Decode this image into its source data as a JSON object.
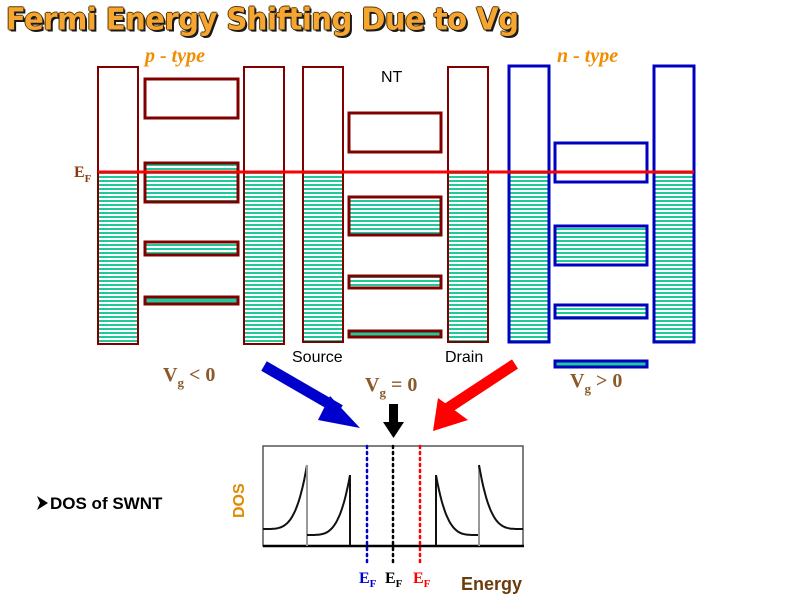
{
  "title": "Fermi Energy Shifting Due to Vg",
  "colors": {
    "title": "#f7a531",
    "p_outline": "#800000",
    "n_outline": "#0000c0",
    "fill_stripe": "#1fc99a",
    "fermi_line": "#ff0000",
    "label_brown": "#8b5a2b",
    "type_orange": "#f28c00"
  },
  "band_diagram": {
    "fermi_label": {
      "main": "E",
      "sub": "F"
    },
    "panels": [
      {
        "id": "p-type",
        "label": "p - type",
        "gate_label": {
          "main": "V",
          "sub": "g",
          "rel": " < 0"
        }
      },
      {
        "id": "neutral",
        "label": "NT",
        "source_label": "Source",
        "drain_label": "Drain",
        "gate_label": {
          "main": "V",
          "sub": "g",
          "rel": " = 0"
        }
      },
      {
        "id": "n-type",
        "label": "n - type",
        "gate_label": {
          "main": "V",
          "sub": "g",
          "rel": " > 0"
        }
      }
    ]
  },
  "dos_plot": {
    "bullet_icon": "arrow-bullet-icon",
    "bullet_text": "DOS of SWNT",
    "ylabel": "DOS",
    "xlabel": "Energy",
    "fermi_markers": [
      {
        "main": "E",
        "sub": "F",
        "color": "#0000cc",
        "condition": "Vg < 0"
      },
      {
        "main": "E",
        "sub": "F",
        "color": "#000000",
        "condition": "Vg = 0"
      },
      {
        "main": "E",
        "sub": "F",
        "color": "#ff0000",
        "condition": "Vg > 0"
      }
    ]
  }
}
